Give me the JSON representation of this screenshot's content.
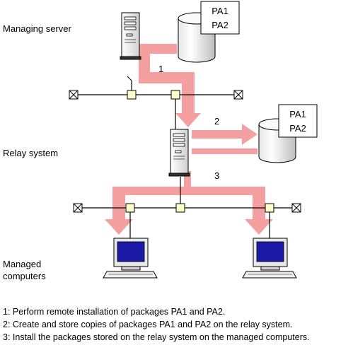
{
  "labels": {
    "managing_server": "Managing server",
    "relay_system": "Relay system",
    "managed_line1": "Managed",
    "managed_line2": "computers"
  },
  "storage": {
    "server_db": [
      "PA1",
      "PA2"
    ],
    "relay_db": [
      "PA1",
      "PA2"
    ]
  },
  "steps": [
    "1",
    "2",
    "3"
  ],
  "notes": [
    "1: Perform remote installation of packages PA1 and PA2.",
    "2: Create and store copies of packages PA1 and PA2 on the relay system.",
    "3: Install the packages stored on the relay system on the managed computers."
  ],
  "colors": {
    "arrow": "#f4a0a0",
    "network_node": "#ffffcc",
    "monitor_screen": "#1a1aa6",
    "line": "#000000"
  }
}
